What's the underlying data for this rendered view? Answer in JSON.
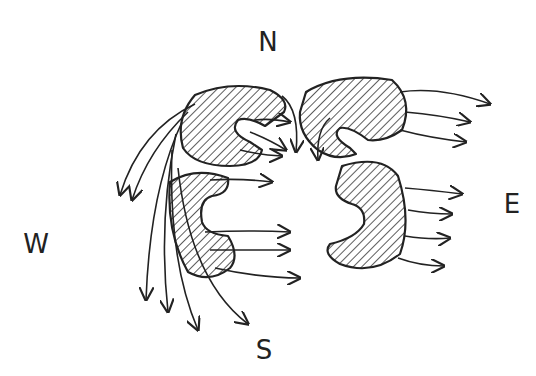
{
  "diagram": {
    "labels": [
      "N",
      "E",
      "S",
      "W"
    ]
  }
}
